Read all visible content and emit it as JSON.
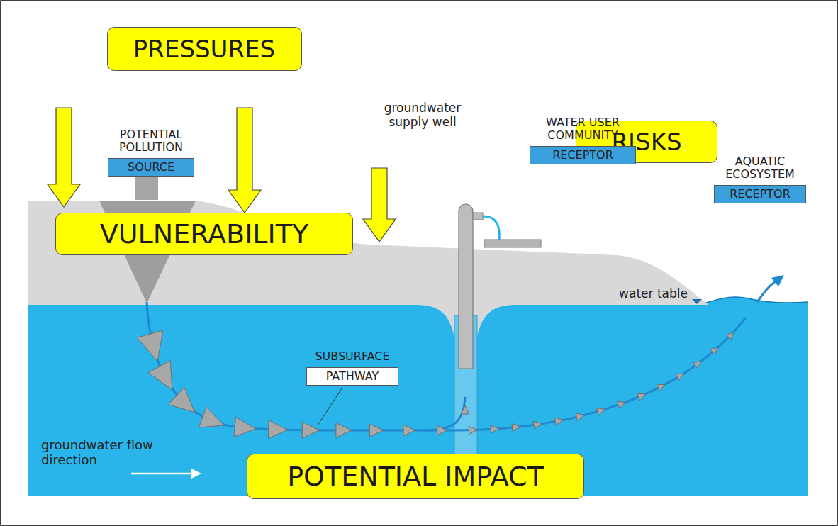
{
  "diagram": {
    "nodes": [
      {
        "text": [
          "PRESSURES"
        ]
      },
      {
        "text": [
          "POTENTIAL POLLUTION",
          "SOURCE"
        ]
      },
      {
        "text": [
          "RISKS"
        ]
      },
      {
        "text": [
          "WATER USER COMMUNITY",
          "RECEPTOR"
        ]
      },
      {
        "text": [
          "AQUATIC ECOSYSTEM",
          "RECEPTOR"
        ]
      },
      {
        "text": [
          "VULNERABILITY"
        ]
      },
      {
        "text": [
          "SUBSURFACE",
          "PATHWAY"
        ]
      },
      {
        "text": [
          "POTENTIAL IMPACT"
        ]
      }
    ],
    "labels": [
      "groundwater supply well",
      "water table",
      "groundwater flow direction"
    ]
  }
}
